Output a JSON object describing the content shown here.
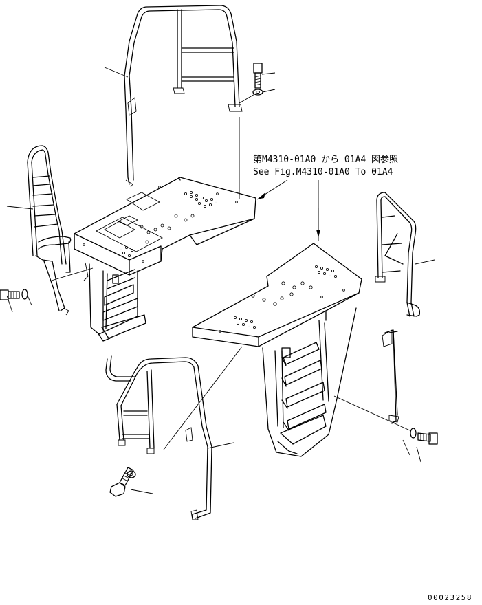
{
  "reference": {
    "line_jp": "第M4310-01A0 から 01A4 図参照",
    "line_en": "See Fig.M4310-01A0 To 01A4"
  },
  "drawing_number": "00023258"
}
